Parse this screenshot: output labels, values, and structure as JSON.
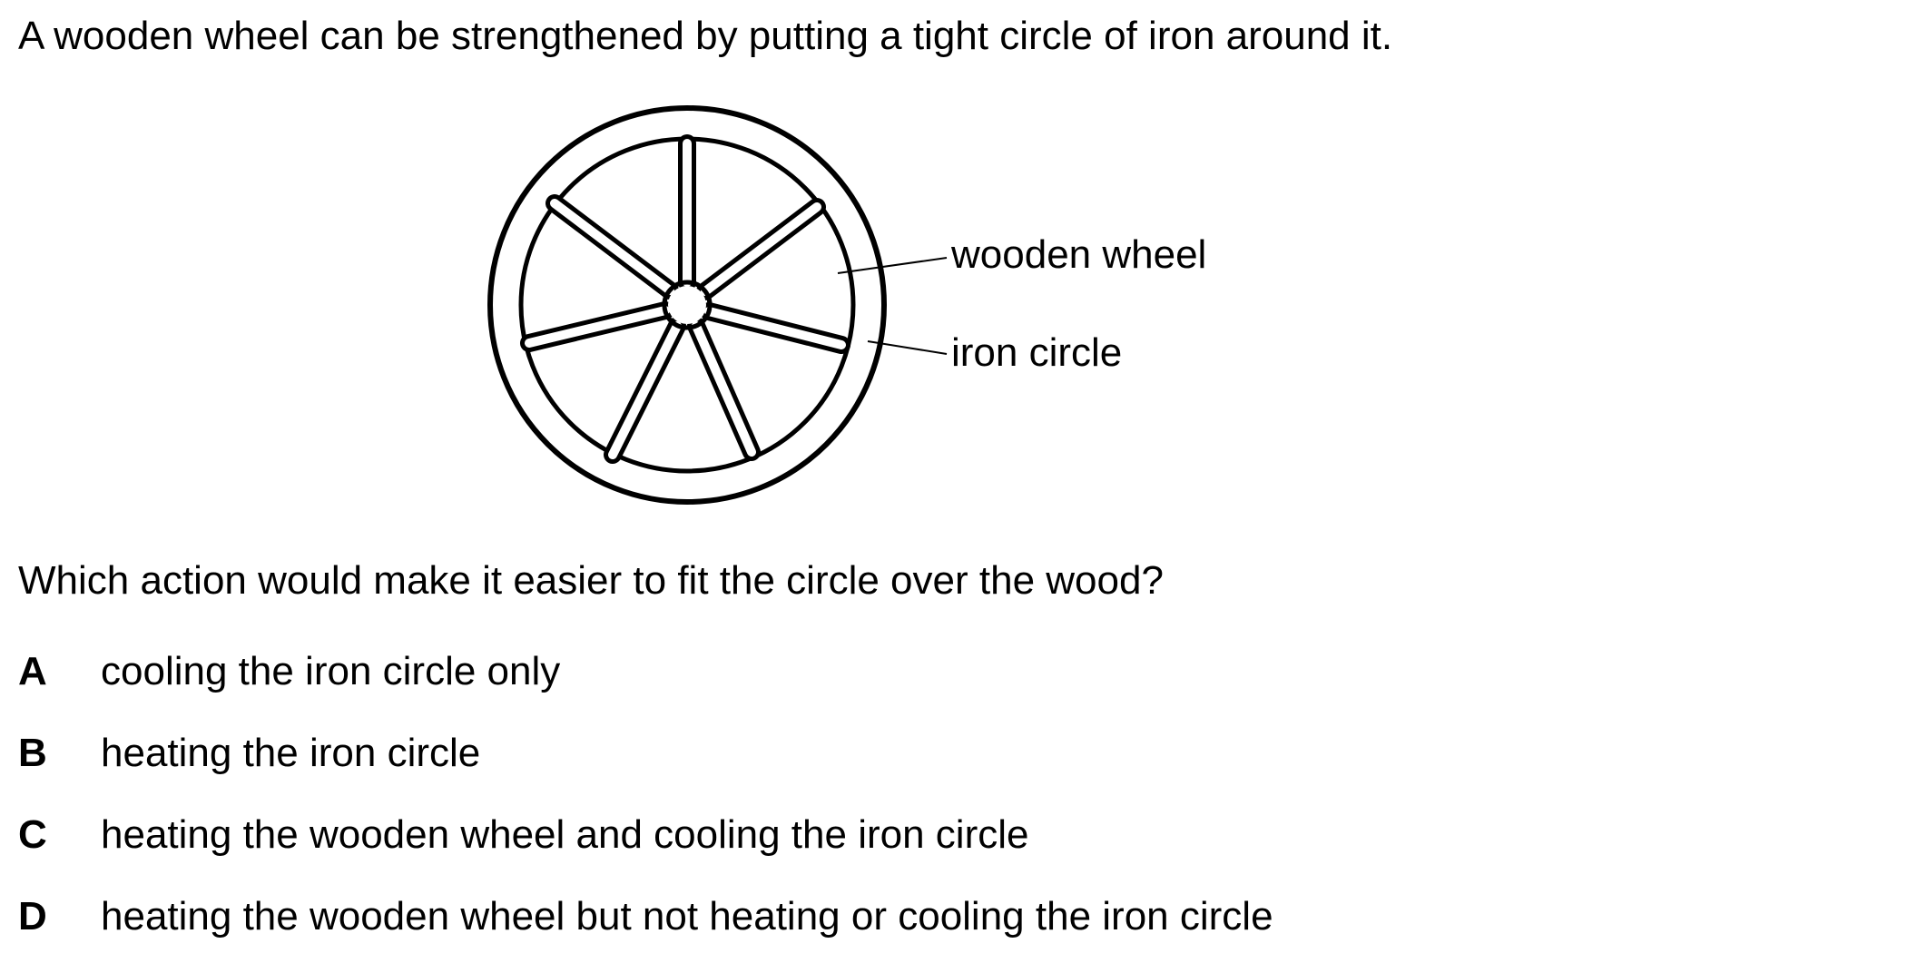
{
  "question": {
    "intro": "A wooden wheel can be strengthened by putting a tight circle of iron around it.",
    "prompt": "Which action would make it easier to fit the circle over the wood?"
  },
  "diagram": {
    "labels": {
      "wooden_wheel": "wooden wheel",
      "iron_circle": "iron circle"
    }
  },
  "options": [
    {
      "letter": "A",
      "text": "cooling the iron circle only"
    },
    {
      "letter": "B",
      "text": "heating the iron circle"
    },
    {
      "letter": "C",
      "text": "heating the wooden wheel and cooling the iron circle"
    },
    {
      "letter": "D",
      "text": "heating the wooden wheel but not heating or cooling the iron circle"
    }
  ]
}
